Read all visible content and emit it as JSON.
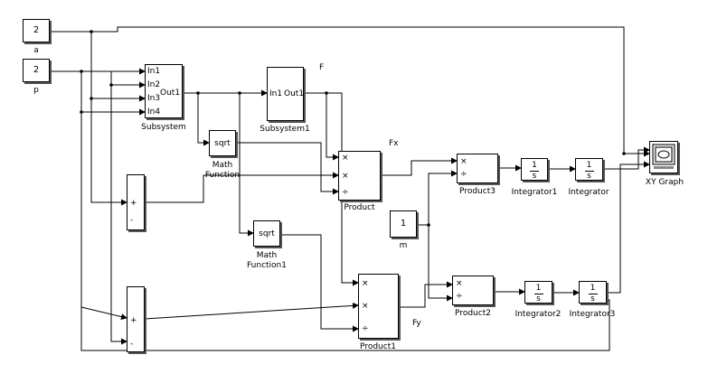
{
  "constants": {
    "a": {
      "value": "2",
      "label": "a"
    },
    "p": {
      "value": "2",
      "label": "p"
    },
    "m": {
      "value": "1",
      "label": "m"
    }
  },
  "subsystem": {
    "label": "Subsystem",
    "ports_in": [
      "In1",
      "In2",
      "In3",
      "In4"
    ],
    "port_out": "Out1"
  },
  "subsystem1": {
    "label": "Subsystem1",
    "port_in": "In1",
    "port_out": "Out1"
  },
  "math_function": {
    "op": "sqrt",
    "label": "Math Function"
  },
  "math_function1": {
    "op": "sqrt",
    "label": "Math Function1"
  },
  "sum": {
    "signs": [
      "+",
      "-"
    ]
  },
  "sum1": {
    "signs": [
      "+",
      "-"
    ]
  },
  "product": {
    "label": "Product",
    "signs": [
      "×",
      "×",
      "÷"
    ]
  },
  "product1": {
    "label": "Product1",
    "signs": [
      "×",
      "×",
      "÷"
    ]
  },
  "product2": {
    "label": "Product2",
    "signs": [
      "×",
      "÷"
    ]
  },
  "product3": {
    "label": "Product3",
    "signs": [
      "×",
      "÷"
    ]
  },
  "integrators": {
    "numerator": "1",
    "denominator": "s",
    "integrator": "Integrator",
    "integrator1": "Integrator1",
    "integrator2": "Integrator2",
    "integrator3": "Integrator3"
  },
  "xy_graph": {
    "label": "XY Graph"
  },
  "signals": {
    "f": "F",
    "fx": "Fx",
    "fy": "Fy"
  }
}
